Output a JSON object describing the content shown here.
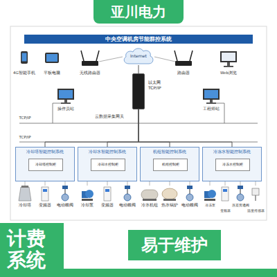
{
  "diagram": {
    "nodes": [
      {
        "text": [
          "亚川电力"
        ]
      },
      {
        "text": [
          "中央空调机房节能群控系统"
        ]
      },
      {
        "text": [
          "Internet"
        ],
        "in": 1
      },
      {
        "text": [
          "以太网 TCP/IP"
        ],
        "in": 1
      },
      {
        "text": [
          "冷却塔智能控制系统"
        ],
        "in": 1
      },
      {
        "text": [
          "冷却塔控制柜"
        ],
        "in": 4
      },
      {
        "text": [
          "冷却水智能控制系统"
        ],
        "in": 1
      },
      {
        "text": [
          "冷却水控制柜"
        ],
        "in": 6
      },
      {
        "text": [
          "机组智能控制系统"
        ],
        "in": 1
      },
      {
        "text": [
          "机组控制柜"
        ],
        "in": 8
      },
      {
        "text": [
          "冷冻水智能控制系统"
        ],
        "in": 1
      },
      {
        "text": [
          "冷冻水控制柜"
        ],
        "in": 10
      },
      {
        "text": [
          "计费系统"
        ]
      },
      {
        "text": [
          "易于维护"
        ]
      }
    ],
    "edges": [
      {
        "from": 2,
        "to": 3,
        "arrow": "none"
      },
      {
        "from": 3,
        "to": 4,
        "arrow": "none"
      },
      {
        "from": 3,
        "to": 6,
        "arrow": "none"
      },
      {
        "from": 3,
        "to": 8,
        "arrow": "none"
      },
      {
        "from": 3,
        "to": 10,
        "arrow": "none"
      }
    ],
    "labels": [
      "4G智能手机",
      "平板电脑",
      "无线路由器",
      "路由器",
      "Web浏览",
      "操作员站",
      "工程师站",
      "云数据采集网关",
      "TCP/IP",
      "TCP/IP",
      "冷却塔",
      "变频器",
      "电动蝶阀",
      "冷却泵",
      "变频器",
      "电动蝶阀",
      "冷水机组",
      "热水锅炉",
      "电动蝶阀",
      "冷冻泵",
      "变频器",
      "压差旁通阀",
      "温度传感器"
    ]
  }
}
